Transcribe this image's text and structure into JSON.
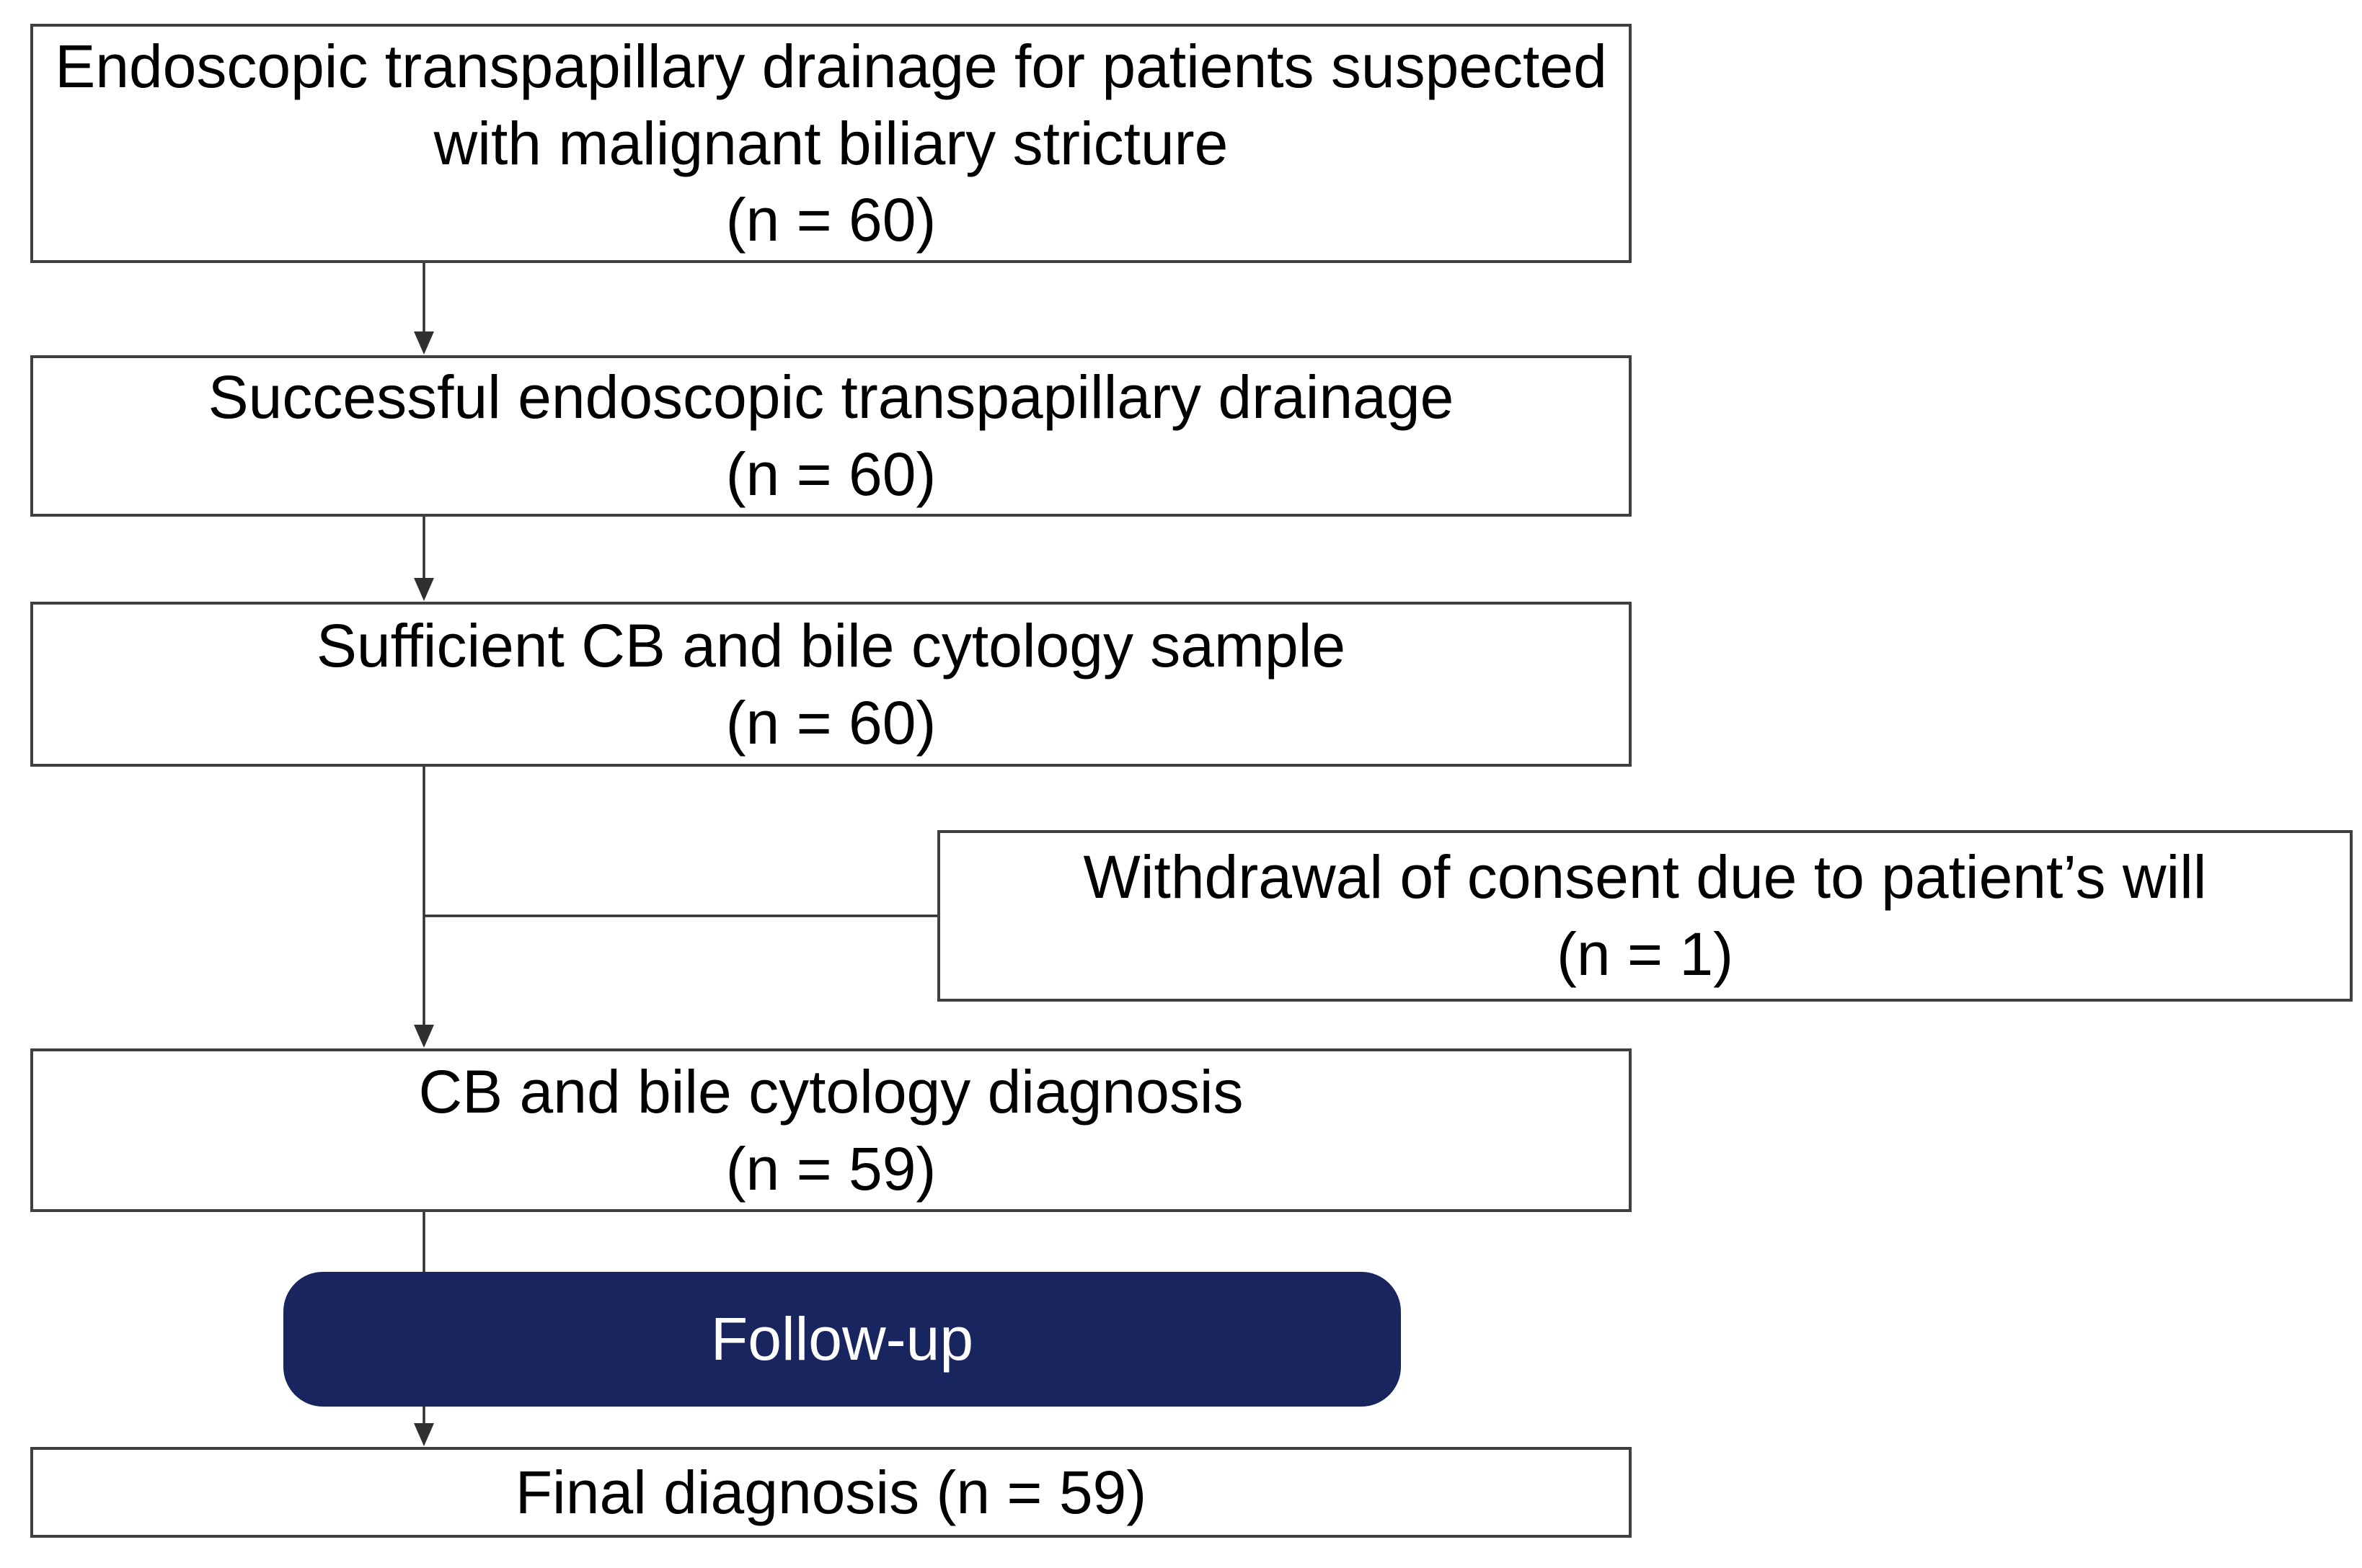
{
  "colors": {
    "navy": "#19255e",
    "box-border": "#404040",
    "line": "#303030",
    "box-bg": "#ffffff",
    "page-bg": "#ffffff",
    "text": "#000000",
    "followup-text": "#ffffff"
  },
  "flowchart": {
    "box_suspected": {
      "line1": "Endoscopic transpapillary drainage for patients suspected",
      "line2": "with malignant biliary stricture",
      "count": "(n = 60)"
    },
    "box_successful": {
      "line1": "Successful endoscopic transpapillary drainage",
      "count": "(n = 60)"
    },
    "box_sufficient": {
      "line1": "Sufficient CB and bile cytology sample",
      "count": "(n = 60)"
    },
    "box_withdrawal": {
      "line1": "Withdrawal of consent due to patient’s will",
      "count": "(n = 1)"
    },
    "box_diagnosis": {
      "line1": "CB and bile cytology diagnosis",
      "count": "(n = 59)"
    },
    "box_followup": {
      "label": "Follow-up"
    },
    "box_final": {
      "label": "Final diagnosis (n = 59)"
    }
  }
}
